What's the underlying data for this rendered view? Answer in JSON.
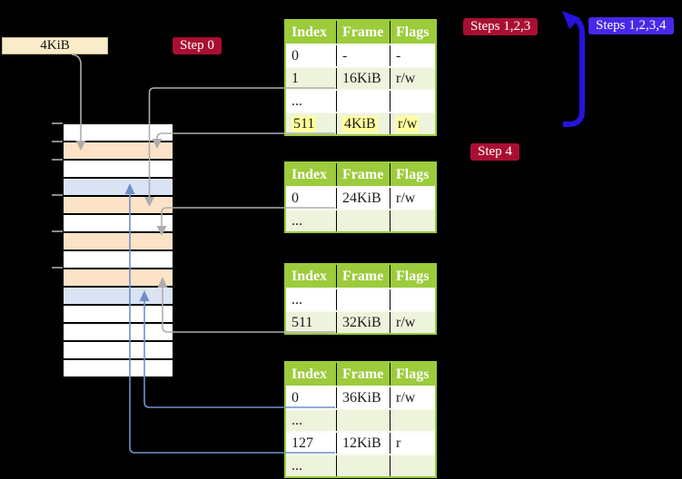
{
  "diagram_title": "page-table-translation",
  "colors": {
    "background": "#000000",
    "table_header_green": "#9ccb3b",
    "table_row_green": "#eef3dc",
    "frame_row_peach": "#fce3c7",
    "page_row_blue": "#dae3f3",
    "address_label_bg": "#f9ecca",
    "step_label_red": "#a90f32",
    "step_label_violet": "#4629e9",
    "recursive_arrow_blue": "#2713dc",
    "mapping_arrow_blue": "#6f8fc9",
    "pointer_arrow_gray": "#adadad",
    "highlight_yellow": "#ffff9e"
  },
  "address_label": {
    "text": "4KiB"
  },
  "step_labels": {
    "step0": "Step 0",
    "steps123": "Steps 1,2,3",
    "steps1234": "Steps 1,2,3,4",
    "step4": "Step 4"
  },
  "memory": {
    "rows": [
      "plain",
      "frame",
      "plain",
      "page",
      "frame",
      "plain",
      "frame",
      "plain",
      "frame",
      "page",
      "plain",
      "plain",
      "plain",
      "plain"
    ],
    "tick_count": 6
  },
  "tables": [
    {
      "name": "table-1",
      "headers": [
        "Index",
        "Frame",
        "Flags"
      ],
      "rows": [
        {
          "cells": [
            "0",
            "-",
            "-"
          ],
          "shaded": false,
          "highlight": false
        },
        {
          "cells": [
            "1",
            "16KiB",
            "r/w"
          ],
          "shaded": true,
          "highlight": false
        },
        {
          "cells": [
            "...",
            "",
            ""
          ],
          "shaded": false,
          "highlight": false
        },
        {
          "cells": [
            "511",
            "4KiB",
            "r/w"
          ],
          "shaded": true,
          "highlight": true
        }
      ]
    },
    {
      "name": "table-2",
      "headers": [
        "Index",
        "Frame",
        "Flags"
      ],
      "rows": [
        {
          "cells": [
            "0",
            "24KiB",
            "r/w"
          ],
          "shaded": false,
          "highlight": false
        },
        {
          "cells": [
            "...",
            "",
            ""
          ],
          "shaded": true,
          "highlight": false
        }
      ]
    },
    {
      "name": "table-3",
      "headers": [
        "Index",
        "Frame",
        "Flags"
      ],
      "rows": [
        {
          "cells": [
            "...",
            "",
            ""
          ],
          "shaded": false,
          "highlight": false
        },
        {
          "cells": [
            "511",
            "32KiB",
            "r/w"
          ],
          "shaded": true,
          "highlight": false
        }
      ]
    },
    {
      "name": "table-4",
      "headers": [
        "Index",
        "Frame",
        "Flags"
      ],
      "rows": [
        {
          "cells": [
            "0",
            "36KiB",
            "r/w"
          ],
          "shaded": false,
          "highlight": false
        },
        {
          "cells": [
            "...",
            "",
            ""
          ],
          "shaded": true,
          "highlight": false
        },
        {
          "cells": [
            "127",
            "12KiB",
            "r"
          ],
          "shaded": false,
          "highlight": false
        },
        {
          "cells": [
            "...",
            "",
            ""
          ],
          "shaded": true,
          "highlight": false
        }
      ]
    }
  ]
}
